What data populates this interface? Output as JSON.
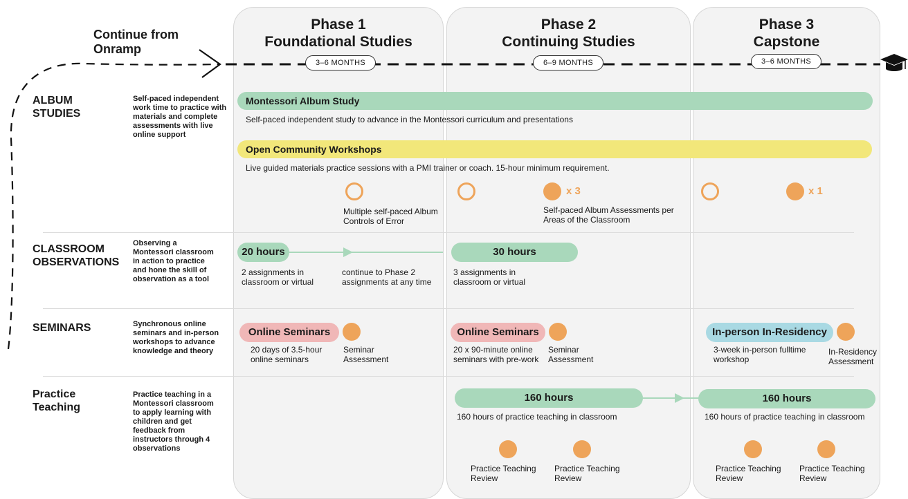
{
  "header": {
    "continue_label": "Continue from Onramp",
    "phases": [
      {
        "name": "Phase 1",
        "subtitle": "Foundational Studies",
        "duration": "3–6 MONTHS"
      },
      {
        "name": "Phase 2",
        "subtitle": "Continuing Studies",
        "duration": "6–9 MONTHS"
      },
      {
        "name": "Phase 3",
        "subtitle": "Capstone",
        "duration": "3–6 MONTHS"
      }
    ],
    "goal_icon": "graduation-cap-icon"
  },
  "rows": {
    "album": {
      "label": "ALBUM STUDIES",
      "description": "Self-paced independent work time to practice with materials and complete assessments with live online support",
      "album_bar": "Montessori Album Study",
      "album_bar_desc": "Self-paced independent study to advance in the Montessori curriculum and presentations",
      "workshop_bar": "Open Community Workshops",
      "workshop_bar_desc": "Live guided materials practice sessions with a PMI trainer or coach. 15-hour minimum requirement.",
      "p1_note": "Multiple self-paced Album Controls of Error",
      "p2_mult": "x 3",
      "p2_note": "Self-paced Album Assessments per Areas of the Classroom",
      "p3_mult": "x 1"
    },
    "observations": {
      "label": "CLASSROOM OBSERVATIONS",
      "description": "Observing a Montessori classroom in action to practice and hone the skill of observation as a tool",
      "p1_hours": "20 hours",
      "p1_note": "2 assignments in classroom or virtual",
      "p1_continue": "continue to Phase 2 assignments at any time",
      "p2_hours": "30 hours",
      "p2_note": "3 assignments in classroom or virtual"
    },
    "seminars": {
      "label": "SEMINARS",
      "description": "Synchronous online seminars and in-person workshops to advance knowledge and theory",
      "p1_pill": "Online Seminars",
      "p1_note": "20 days of 3.5-hour online seminars",
      "p1_assess": "Seminar Assessment",
      "p2_pill": "Online Seminars",
      "p2_note": "20 x 90-minute online seminars with pre-work",
      "p2_assess": "Seminar Assessment",
      "p3_pill": "In-person In-Residency",
      "p3_note": "3-week in-person fulltime workshop",
      "p3_assess": "In-Residency Assessment"
    },
    "practice": {
      "label": "Practice Teaching",
      "description": "Practice teaching in a Montessori classroom to apply learning with children and get feedback from instructors through 4 observations",
      "p2_hours": "160 hours",
      "p2_note": "160 hours of practice teaching in classroom",
      "p2_review_a": "Practice Teaching Review",
      "p2_review_b": "Practice Teaching Review",
      "p3_hours": "160 hours",
      "p3_note": "160 hours of practice teaching in classroom",
      "p3_review_a": "Practice Teaching Review",
      "p3_review_b": "Practice Teaching Review"
    }
  },
  "colors": {
    "green": "#a9d8bb",
    "yellow": "#f2e77a",
    "pink": "#f0b7b7",
    "blue": "#a9d9e3",
    "orange": "#eea45a",
    "column_bg": "#f3f3f3"
  }
}
